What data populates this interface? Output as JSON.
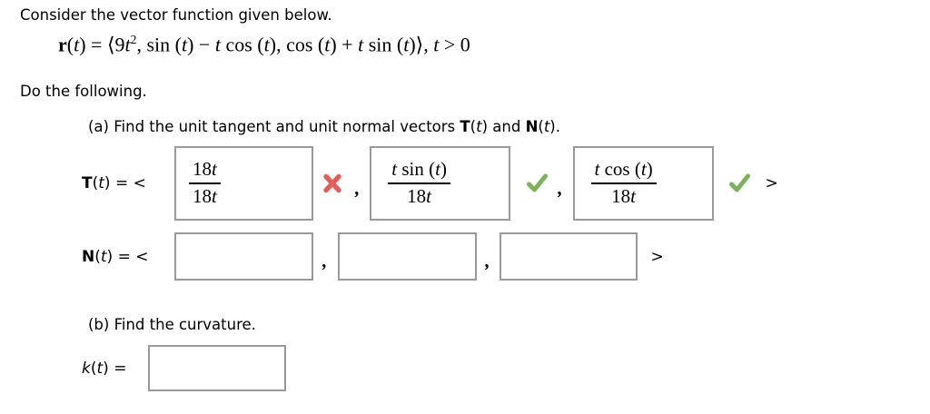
{
  "colors": {
    "correct": "#7cb25e",
    "wrong": "#df5f5a",
    "box_border": "#999999",
    "text": "#000000"
  },
  "intro": "Consider the vector function given below.",
  "formula_segments": [
    {
      "t": "r",
      "cls": "mb"
    },
    {
      "t": "(",
      "cls": "mn"
    },
    {
      "t": "t",
      "cls": "mi"
    },
    {
      "t": ") = ⟨9",
      "cls": "mn"
    },
    {
      "t": "t",
      "cls": "mi"
    },
    {
      "t": "2",
      "cls": "mn",
      "sup": true
    },
    {
      "t": ", sin (",
      "cls": "mn"
    },
    {
      "t": "t",
      "cls": "mi"
    },
    {
      "t": ") − ",
      "cls": "mn"
    },
    {
      "t": "t",
      "cls": "mi"
    },
    {
      "t": " cos (",
      "cls": "mn"
    },
    {
      "t": "t",
      "cls": "mi"
    },
    {
      "t": "), cos (",
      "cls": "mn"
    },
    {
      "t": "t",
      "cls": "mi"
    },
    {
      "t": ") + ",
      "cls": "mn"
    },
    {
      "t": "t",
      "cls": "mi"
    },
    {
      "t": " sin (",
      "cls": "mn"
    },
    {
      "t": "t",
      "cls": "mi"
    },
    {
      "t": ")⟩, ",
      "cls": "mn"
    },
    {
      "t": "t",
      "cls": "mi"
    },
    {
      "t": " > 0",
      "cls": "mn"
    }
  ],
  "instruction": "Do the following.",
  "part_a": {
    "segments": [
      {
        "t": "(a) Find the unit tangent and unit normal vectors "
      },
      {
        "t": "T",
        "cls": "sb"
      },
      {
        "t": "("
      },
      {
        "t": "t",
        "cls": "si"
      },
      {
        "t": ") and "
      },
      {
        "t": "N",
        "cls": "sb"
      },
      {
        "t": "("
      },
      {
        "t": "t",
        "cls": "si"
      },
      {
        "t": ")."
      }
    ]
  },
  "t_row": {
    "label_segments": [
      {
        "t": "T",
        "cls": "sb"
      },
      {
        "t": "("
      },
      {
        "t": "t",
        "cls": "si"
      },
      {
        "t": ") = <"
      }
    ],
    "comma": ",",
    "close": ">",
    "boxes": [
      {
        "status": "incorrect",
        "num": [
          {
            "t": "18"
          },
          {
            "t": "t",
            "cls": "mi"
          }
        ],
        "den": [
          {
            "t": "18"
          },
          {
            "t": "t",
            "cls": "mi"
          }
        ]
      },
      {
        "status": "correct",
        "num": [
          {
            "t": "t",
            "cls": "mi"
          },
          {
            "t": " sin ("
          },
          {
            "t": "t",
            "cls": "mi"
          },
          {
            "t": ")"
          }
        ],
        "den": [
          {
            "t": "18"
          },
          {
            "t": "t",
            "cls": "mi"
          }
        ]
      },
      {
        "status": "correct",
        "num": [
          {
            "t": "t",
            "cls": "mi"
          },
          {
            "t": " cos ("
          },
          {
            "t": "t",
            "cls": "mi"
          },
          {
            "t": ")"
          }
        ],
        "den": [
          {
            "t": "18"
          },
          {
            "t": "t",
            "cls": "mi"
          }
        ]
      }
    ]
  },
  "n_row": {
    "label_segments": [
      {
        "t": "N",
        "cls": "sb"
      },
      {
        "t": "("
      },
      {
        "t": "t",
        "cls": "si"
      },
      {
        "t": ") = <"
      }
    ],
    "comma": ",",
    "close": ">",
    "boxes": [
      {
        "value": ""
      },
      {
        "value": ""
      },
      {
        "value": ""
      }
    ]
  },
  "part_b": {
    "label": "(b) Find the curvature."
  },
  "k_row": {
    "label_segments": [
      {
        "t": "k",
        "cls": "si"
      },
      {
        "t": "("
      },
      {
        "t": "t",
        "cls": "si"
      },
      {
        "t": ") ="
      }
    ],
    "box_value": ""
  }
}
